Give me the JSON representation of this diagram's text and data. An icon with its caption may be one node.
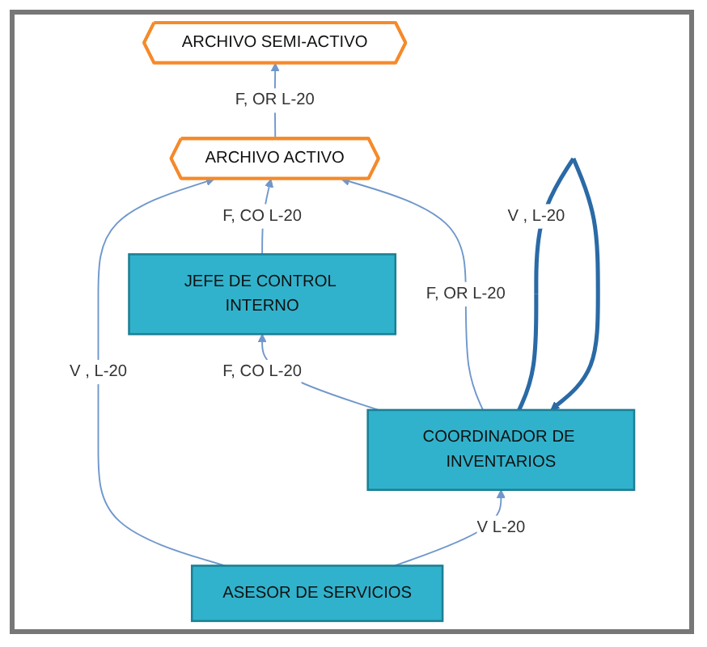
{
  "diagram": {
    "nodes": [
      {
        "text": [
          "JEFE DE CONTROL INTERNO"
        ]
      },
      {
        "text": [
          "ARCHIVO ACTIVO"
        ]
      },
      {
        "text": [
          "COORDINADOR DE INVENTARIOS"
        ]
      },
      {
        "text": [
          "ARCHIVO SEMI-ACTIVO"
        ]
      },
      {
        "text": [
          "ASESOR DE SERVICIOS"
        ]
      }
    ],
    "edges": [
      {
        "from": 0,
        "to": 1,
        "arrow": "to",
        "label": "F, CO L-20"
      },
      {
        "from": 2,
        "to": 0,
        "arrow": "to",
        "label": "F, CO L-20"
      },
      {
        "from": 2,
        "to": 1,
        "arrow": "to",
        "label": "F, OR L-20"
      },
      {
        "from": 1,
        "to": 3,
        "arrow": "to",
        "label": "F, OR L-20"
      },
      {
        "from": 4,
        "to": 1,
        "arrow": "to",
        "label": "V , L-20"
      },
      {
        "from": 4,
        "to": 2,
        "arrow": "to",
        "label": "V L-20"
      },
      {
        "from": 2,
        "to": 2,
        "arrow": "to",
        "label": "V , L-20",
        "style": "thick",
        "color": "#2a6aa6"
      }
    ]
  }
}
